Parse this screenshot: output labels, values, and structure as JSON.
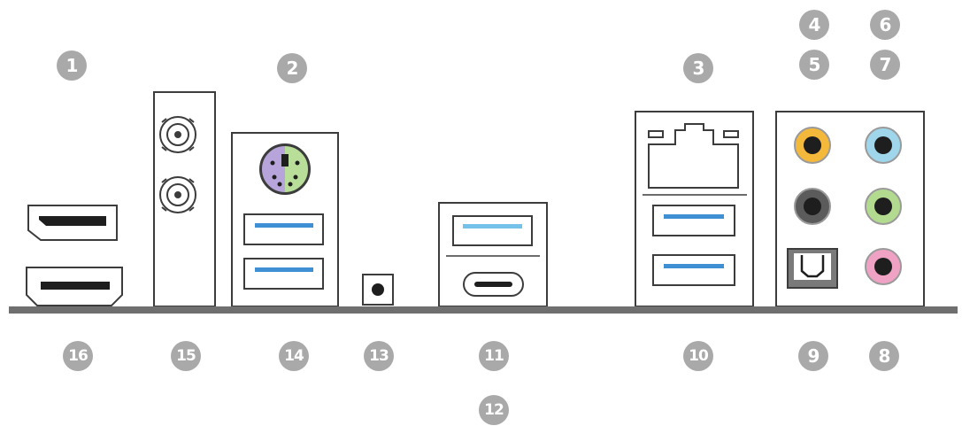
{
  "labels": [
    "1",
    "2",
    "3",
    "4",
    "5",
    "6",
    "7",
    "8",
    "9",
    "10",
    "11",
    "12",
    "13",
    "14",
    "15",
    "16"
  ],
  "colors": {
    "outline": "#3c3c3c",
    "usb_blue": "#3f8fd4",
    "usb_light_blue": "#74c2ea",
    "ps2_purple": "#b7a4da",
    "ps2_green": "#b8de9a",
    "audio_orange": "#f4b93a",
    "audio_light_blue": "#9fd6ec",
    "audio_black": "#5b5b5b",
    "audio_green": "#b3db8f",
    "audio_pink": "#f0a2c4",
    "badge": "#a9a9a9",
    "baseline": "#6f6f6f"
  },
  "icons": [
    "displayport-port",
    "hdmi-port",
    "antenna-connector",
    "ps2-port",
    "usb-a-port",
    "reset-button",
    "usb-c-port",
    "rj45-lan-port",
    "audio-jack",
    "optical-spdif-port"
  ]
}
